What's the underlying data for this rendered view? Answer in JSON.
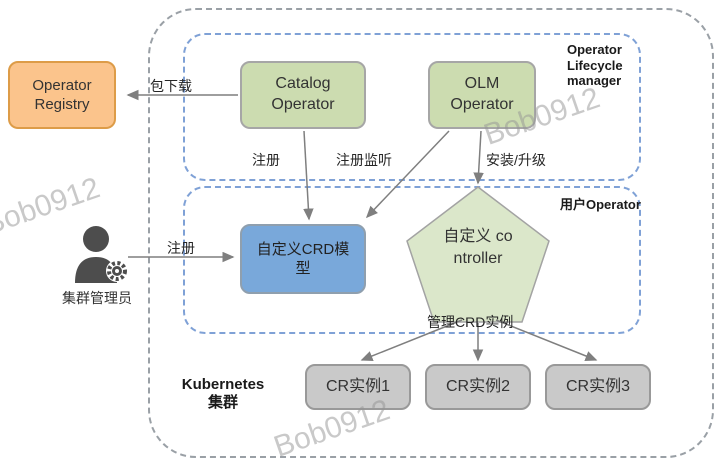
{
  "watermark": {
    "text": "Bob0912"
  },
  "groups": {
    "kubernetes": {
      "label": "Kubernetes 集群"
    },
    "olm": {
      "label": "Operator Lifecycle manager"
    },
    "user": {
      "label": "用户Operator"
    }
  },
  "nodes": {
    "registry": {
      "label": "Operator Registry"
    },
    "catalog": {
      "label": "Catalog Operator"
    },
    "olm_operator": {
      "label": "OLM Operator"
    },
    "crd_model": {
      "label": "自定义CRD模型"
    },
    "controller": {
      "label": "自定义 controller"
    },
    "cr1": {
      "label": "CR实例1"
    },
    "cr2": {
      "label": "CR实例2"
    },
    "cr3": {
      "label": "CR实例3"
    },
    "admin": {
      "label": "集群管理员"
    }
  },
  "edges": {
    "download": {
      "label": "包下载"
    },
    "register": {
      "label": "注册"
    },
    "register_listen": {
      "label": "注册监听"
    },
    "install_upgrade": {
      "label": "安装/升级"
    },
    "admin_register": {
      "label": "注册"
    },
    "manage_cr": {
      "label": "管理CRD实例"
    }
  },
  "colors": {
    "green_node": "#ccdcb0",
    "blue_node": "#79a8da",
    "orange_node": "#fbc48c",
    "gray_node": "#c9c9c9",
    "group_border_blue": "#7fa1d6",
    "group_border_gray": "#9aa0a6",
    "arrow": "#7f7f7f"
  }
}
